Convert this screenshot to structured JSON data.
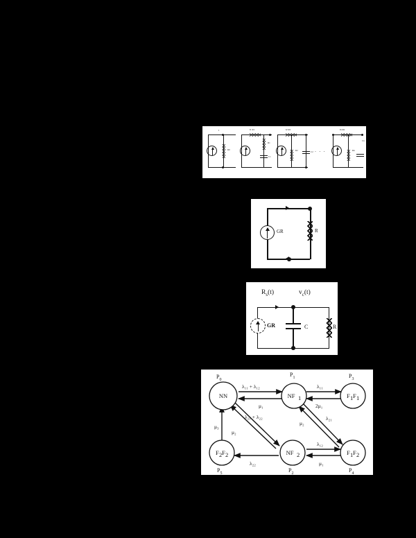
{
  "page": {
    "background_color": "#000000",
    "panel_color": "#ffffff",
    "ink_color": "#111111"
  },
  "figures": [
    {
      "id": "ladder-circuit",
      "name": "cascaded-current-source-ladder-circuit",
      "stages": [
        {
          "top_label": "I",
          "source_label": "I0",
          "series_label": "",
          "shunt_label": "R0",
          "cap_label": ""
        },
        {
          "top_label": "I1  R1",
          "source_label": "I1",
          "series_label": "R1",
          "shunt_label": "R1",
          "cap_label": "C1"
        },
        {
          "top_label": "I2  R2",
          "source_label": "I2",
          "series_label": "R2",
          "shunt_label": "R2",
          "cap_label": "C2"
        },
        {
          "top_label": "In  Rn",
          "source_label": "In",
          "series_label": "Rn",
          "shunt_label": "Rn",
          "cap_label": "Cn"
        }
      ],
      "ellipsis": ". . ."
    },
    {
      "id": "source-resistor-circuit",
      "name": "current-source-with-resistor",
      "source_label": "GR",
      "resistor_label": "R"
    },
    {
      "id": "rc-circuit",
      "name": "rc-circuit-with-current-source",
      "top_labels": {
        "left": "R",
        "left_sub": "s",
        "left_arg": "(t)",
        "right": "v",
        "right_sub": "c",
        "right_arg": "(t)"
      },
      "left_label_full": "R s (t)",
      "right_label_full": "v c (t)",
      "source_label": "GR",
      "capacitor_label": "C",
      "resistor_label": "R"
    },
    {
      "id": "markov-state-diagram",
      "name": "markov-chain-state-transition-diagram",
      "states": [
        {
          "key": "NN",
          "label": "NN",
          "sub1": "",
          "sub2": "",
          "prob": "P",
          "prob_sub": "0",
          "prob_pos": "above-left"
        },
        {
          "key": "NF1",
          "label": "NF",
          "sub1": "1",
          "sub2": "",
          "prob": "P",
          "prob_sub": "1",
          "prob_pos": "above"
        },
        {
          "key": "F1F1",
          "label": "F",
          "sub1": "1",
          "sub2": "1",
          "prob": "P",
          "prob_sub": "3",
          "prob_pos": "above"
        },
        {
          "key": "F2F2",
          "label": "F",
          "sub1": "2",
          "sub2": "2",
          "prob": "P",
          "prob_sub": "5",
          "prob_pos": "below"
        },
        {
          "key": "NF2",
          "label": "NF",
          "sub1": "2",
          "sub2": "",
          "prob": "P",
          "prob_sub": "2",
          "prob_pos": "below"
        },
        {
          "key": "F1F2",
          "label": "F",
          "sub1": "1",
          "sub2": "2",
          "prob": "P",
          "prob_sub": "4",
          "prob_pos": "below"
        }
      ],
      "transitions": [
        {
          "from": "NN",
          "to": "NF1",
          "label": "λ₁₁ + λ₁₂"
        },
        {
          "from": "NF1",
          "to": "NN",
          "label": "μ₁"
        },
        {
          "from": "NF1",
          "to": "F1F1",
          "label": "λ₁₁"
        },
        {
          "from": "F1F1",
          "to": "NF1",
          "label": "2μ₁"
        },
        {
          "from": "NN",
          "to": "NF2",
          "label": "λ₂₁ + λ₂₂"
        },
        {
          "from": "NF2",
          "to": "NN",
          "label": "μ₂"
        },
        {
          "from": "NF1",
          "to": "F1F2",
          "label": "λ₂₁"
        },
        {
          "from": "F1F2",
          "to": "NF1",
          "label": "μ₂"
        },
        {
          "from": "NF2",
          "to": "F1F2",
          "label": "λ₁₂"
        },
        {
          "from": "F1F2",
          "to": "NF2",
          "label": "μ₁"
        },
        {
          "from": "NF2",
          "to": "F2F2",
          "label": "λ₂₂"
        },
        {
          "from": "F2F2",
          "to": "NN",
          "label": "μ₃"
        }
      ]
    }
  ]
}
